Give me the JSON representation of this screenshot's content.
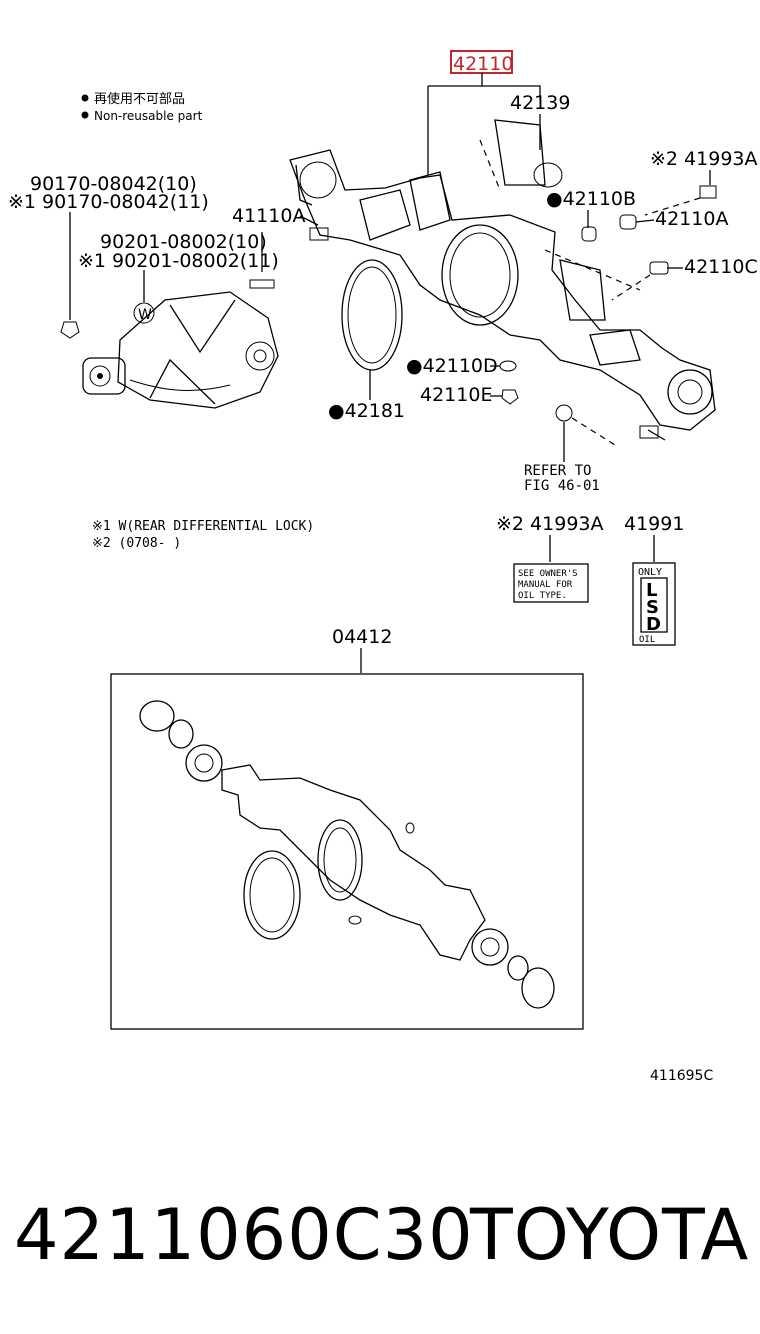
{
  "legend": {
    "jp": "再使用不可部品",
    "en": "Non-reusable part"
  },
  "parts": {
    "p42110": "42110",
    "p42139": "42139",
    "p41993A_top": "※2 41993A",
    "p42110B": "●42110B",
    "p42110A_r": "42110A",
    "p42110C": "42110C",
    "p90170_10": "90170-08042(10)",
    "p90170_11": "※1 90170-08042(11)",
    "p41110A": "41110A",
    "p90201_10": "90201-08002(10)",
    "p90201_11": "※1 90201-08002(11)",
    "w_mark": "W",
    "p42110D": "●42110D",
    "p42110E": "42110E",
    "p42181": "●42181",
    "refer1": "REFER TO",
    "refer2": "FIG 46-01",
    "note1": "※1 W(REAR DIFFERENTIAL LOCK)",
    "note2": "※2 (0708-    )",
    "p41993A_mid": "※2 41993A",
    "p41991": "41991",
    "sticker_l1": "SEE OWNER'S",
    "sticker_l2": "MANUAL FOR",
    "sticker_l3": "OIL TYPE.",
    "lsd_top": "ONLY",
    "lsd_l": "L",
    "lsd_s": "S",
    "lsd_d": "D",
    "lsd_bottom": "OIL",
    "p04412": "04412",
    "fig_code": "411695C"
  },
  "footer": {
    "part_number": "4211060C30",
    "brand": "TOYOTA"
  },
  "colors": {
    "highlight": "#c0272d",
    "ink": "#000000"
  }
}
